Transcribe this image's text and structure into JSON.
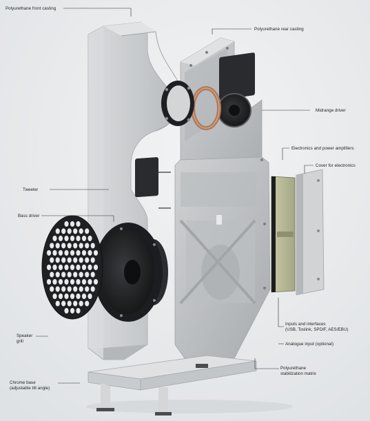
{
  "labels": {
    "front_casting": "Polyurethane front casting",
    "rear_casting": "Polyurethane rear casting",
    "midrange_driver": "Midrange driver",
    "electronics": "Electronics and power amplifiers",
    "cover_electronics": "Cover for electronics",
    "tweeter": "Tweeter",
    "bass_driver": "Bass driver",
    "speaker_grill": "Speaker\ngrill",
    "inputs": "Inputs and interfaces\n(USB, Toslink, SPDIF, AES/EBU)",
    "analogue_input": "Analogue input (optional)",
    "stabilization_matrix": "Polyurethane\nstabilization matrix",
    "chrome_base": "Chrome base\n(adjustable tilt angle)"
  },
  "colors": {
    "background": "#e9ebed",
    "casting": "#c9cbcd",
    "driver_dark": "#1f2023",
    "electronics_panel": "#b7b896",
    "leader": "#2a2a2a"
  }
}
